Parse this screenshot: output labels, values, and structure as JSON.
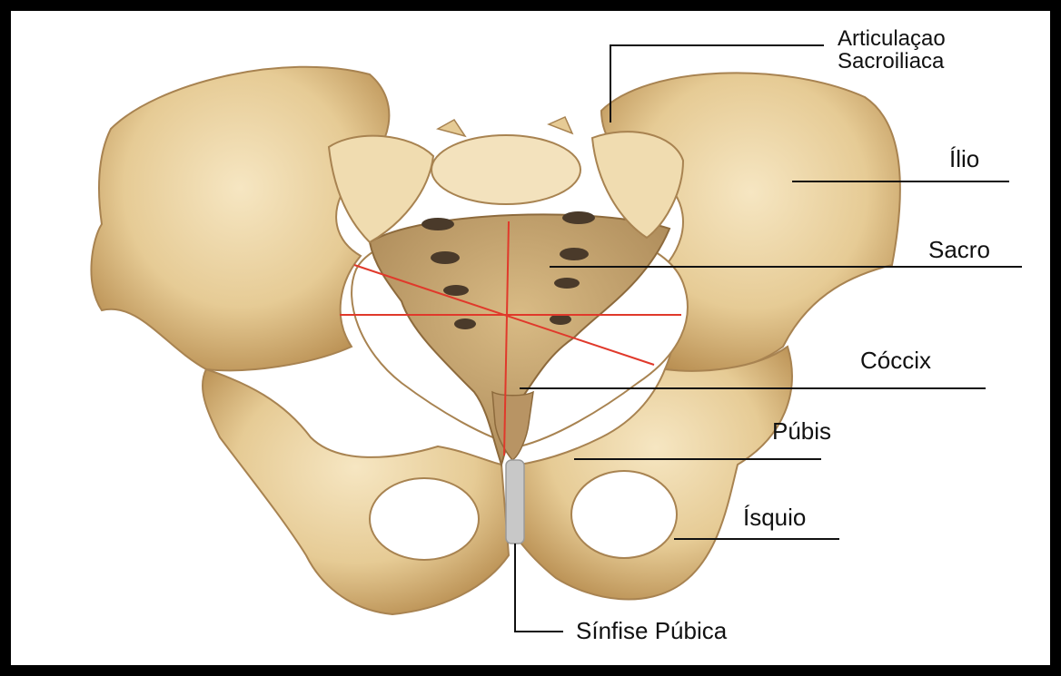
{
  "labels": {
    "articulacao_line1": "Articulaçao",
    "articulacao_line2": "Sacroiliaca",
    "ilio": "Ílio",
    "sacro": "Sacro",
    "coccix": "Cóccix",
    "pubis": "Púbis",
    "isquio": "Ísquio",
    "sinfise": "Sínfise Púbica"
  },
  "colors": {
    "frame": "#000000",
    "background": "#ffffff",
    "bone": "#e9d3a3",
    "bone_shadow": "#b8925a",
    "sacrum": "#c9a874",
    "measure_lines": "#e0392b",
    "leader_lines": "#111111",
    "symphysis": "#c8c8c8"
  }
}
